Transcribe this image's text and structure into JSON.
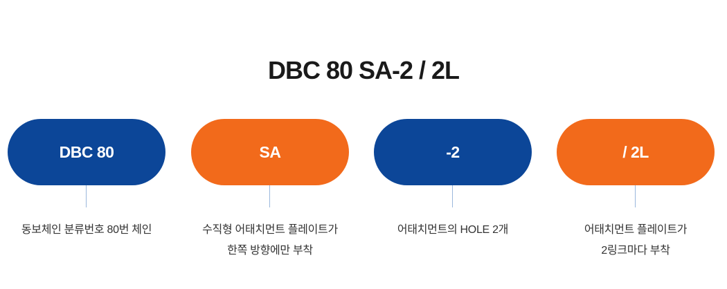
{
  "title": "DBC 80 SA-2 / 2L",
  "segments": [
    {
      "label": "DBC 80",
      "color": "#0c4698",
      "description": [
        "동보체인 분류번호 80번 체인"
      ]
    },
    {
      "label": "SA",
      "color": "#f26a1b",
      "description": [
        "수직형 어태치먼트 플레이트가",
        "한쪽 방향에만 부착"
      ]
    },
    {
      "label": "-2",
      "color": "#0c4698",
      "description": [
        "어태치먼트의 HOLE 2개"
      ]
    },
    {
      "label": "/ 2L",
      "color": "#f26a1b",
      "description": [
        "어태치먼트 플레이트가",
        "2링크마다 부착"
      ]
    }
  ]
}
